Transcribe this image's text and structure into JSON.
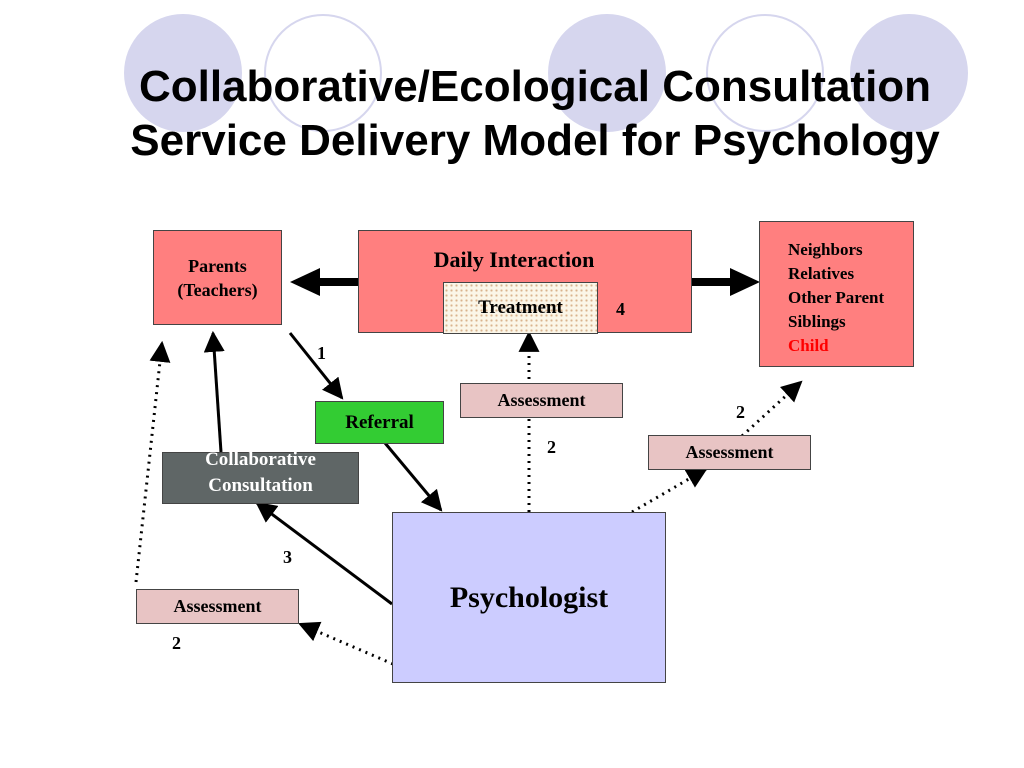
{
  "slide": {
    "title_line1": "Collaborative/Ecological Consultation",
    "title_line2": "Service Delivery Model for Psychology"
  },
  "diagram": {
    "parents": {
      "line1": "Parents",
      "line2": "(Teachers)"
    },
    "daily_interaction": "Daily Interaction",
    "treatment": "Treatment",
    "community": [
      "Neighbors",
      "Relatives",
      "Other Parent",
      "Siblings"
    ],
    "community_highlight": "Child",
    "referral": "Referral",
    "collaborative": {
      "line1": "Collaborative",
      "line2": "Consultation"
    },
    "psychologist": "Psychologist",
    "assessment": "Assessment",
    "labels": {
      "one": "1",
      "two": "2",
      "three": "3",
      "four": "4"
    }
  },
  "colors": {
    "pink": "#ff7f7f",
    "pale_pink": "#e8c4c4",
    "green": "#33cc33",
    "gray": "#5f6666",
    "lavender": "#ccccff",
    "highlight": "#ff0000",
    "circle": "#d6d6ee"
  }
}
